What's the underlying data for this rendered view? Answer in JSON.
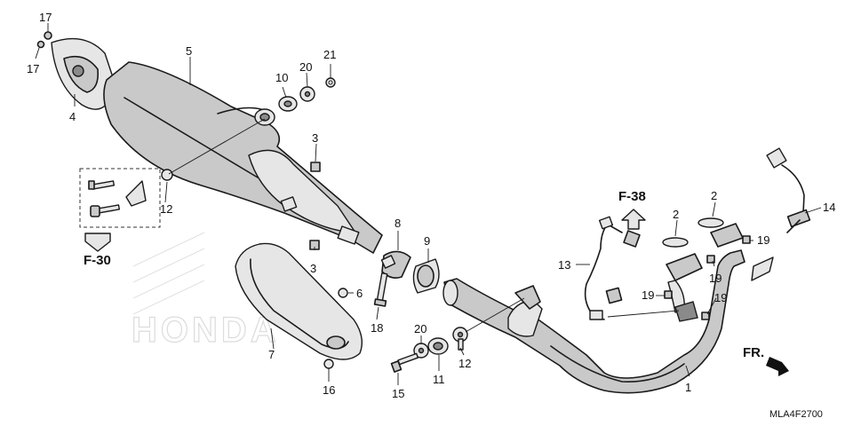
{
  "callouts": {
    "c1": "1",
    "c2a": "2",
    "c2b": "2",
    "c3a": "3",
    "c3b": "3",
    "c4": "4",
    "c5": "5",
    "c6": "6",
    "c7": "7",
    "c8": "8",
    "c9": "9",
    "c10": "10",
    "c11": "11",
    "c12a": "12",
    "c12b": "12",
    "c13": "13",
    "c14": "14",
    "c15": "15",
    "c16": "16",
    "c17a": "17",
    "c17b": "17",
    "c18": "18",
    "c19a": "19",
    "c19b": "19",
    "c19c": "19",
    "c19d": "19",
    "c20a": "20",
    "c20b": "20",
    "c21": "21"
  },
  "references": {
    "f38": "F-38",
    "f30": "F-30",
    "fr": "FR."
  },
  "diagram_code": "MLA4F2700",
  "watermark": "HONDA"
}
